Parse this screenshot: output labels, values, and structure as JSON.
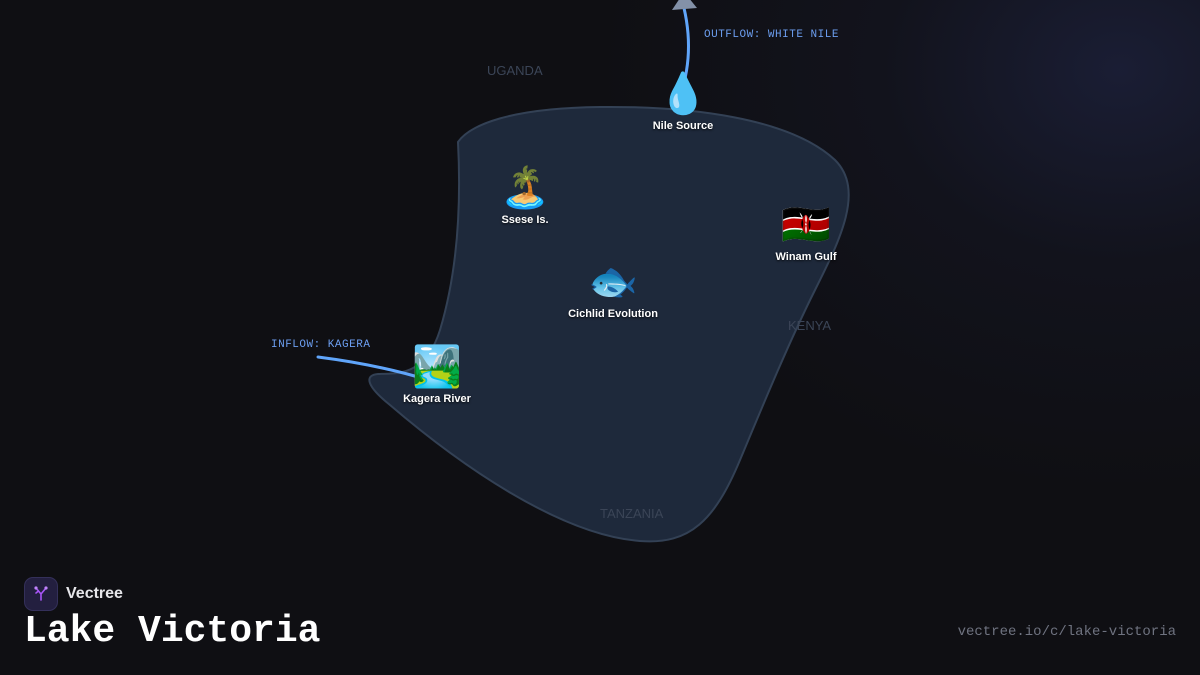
{
  "map": {
    "countries": {
      "uganda": "UGANDA",
      "kenya": "KENYA",
      "tanzania": "TANZANIA"
    },
    "flows": {
      "outflow": "OUTFLOW: WHITE NILE",
      "inflow": "INFLOW: KAGERA"
    },
    "markers": [
      {
        "icon": "droplet-icon",
        "emoji": "💧",
        "label": "Nile Source"
      },
      {
        "icon": "palm-island-icon",
        "emoji": "🏝️",
        "label": "Ssese Is."
      },
      {
        "icon": "kenya-flag-icon",
        "emoji": "🇰🇪",
        "label": "Winam Gulf"
      },
      {
        "icon": "fish-icon",
        "emoji": "🐟",
        "label": "Cichlid Evolution"
      },
      {
        "icon": "river-landscape-icon",
        "emoji": "🏞️",
        "label": "Kagera River"
      }
    ],
    "colors": {
      "lake_fill": "#1e293b",
      "lake_stroke": "#334155",
      "flow_line": "#60a5fa",
      "outflow_arrow": "#8391a8",
      "country_label": "#3b4557",
      "flow_label": "#6c9ef0"
    }
  },
  "brand": {
    "name": "Vectree",
    "accent": "#a855f7"
  },
  "title": "Lake Victoria",
  "url": "vectree.io/c/lake-victoria"
}
